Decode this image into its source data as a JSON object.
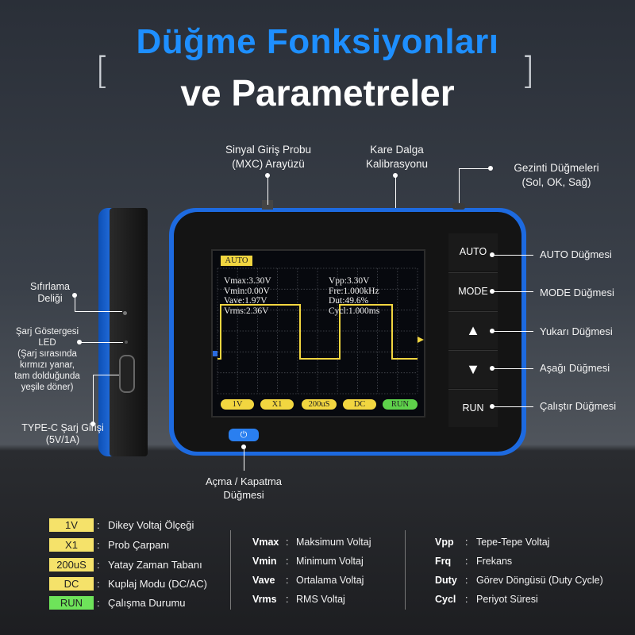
{
  "header": {
    "title_line1": "Düğme Fonksiyonları",
    "title_line2": "ve Parametreler",
    "bracket_left": "[",
    "bracket_right": "]"
  },
  "callouts": {
    "probe": "Sinyal Giriş Probu\n(MXC) Arayüzü",
    "square": "Kare Dalga\nKalibrasyonu",
    "nav": "Gezinti Düğmeleri\n(Sol, OK, Sağ)",
    "reset": "Sıfırlama\nDeliği",
    "led": "Şarj Göstergesi\nLED\n(Şarj sırasında\nkırmızı yanar,\ntam dolduğunda\nyeşile döner)",
    "typec": "TYPE-C Şarj Girişi\n(5V/1A)",
    "auto_btn": "AUTO Düğmesi",
    "mode_btn": "MODE Düğmesi",
    "up_btn": "Yukarı Düğmesi",
    "down_btn": "Aşağı Düğmesi",
    "run_btn": "Çalıştır Düğmesi",
    "power": "Açma / Kapatma\nDüğmesi"
  },
  "device": {
    "panel": {
      "auto": "AUTO",
      "mode": "MODE",
      "up": "▲",
      "down": "▼",
      "run": "RUN"
    },
    "power_icon": "⏻",
    "screen": {
      "mode_chip": "AUTO",
      "vmax": "Vmax:3.30V",
      "vmin": "Vmin:0.00V",
      "vave": "Vave:1.97V",
      "vrms": "Vrms:2.36V",
      "vpp": "Vpp:3.30V",
      "fre": "Fre:1.000kHz",
      "dut": "Dut:49.6%",
      "cycl": "Cycl:1.000ms",
      "chips": [
        "1V",
        "X1",
        "200uS",
        "DC",
        "RUN"
      ]
    }
  },
  "legend": {
    "chips": [
      {
        "chip": "1V",
        "desc": "Dikey Voltaj Ölçeği"
      },
      {
        "chip": "X1",
        "desc": "Prob Çarpanı"
      },
      {
        "chip": "200uS",
        "desc": "Yatay Zaman Tabanı"
      },
      {
        "chip": "DC",
        "desc": "Kuplaj Modu (DC/AC)"
      },
      {
        "chip": "RUN",
        "desc": "Çalışma Durumu"
      }
    ],
    "middle": [
      {
        "key": "Vmax",
        "desc": "Maksimum Voltaj"
      },
      {
        "key": "Vmin",
        "desc": "Minimum Voltaj"
      },
      {
        "key": "Vave",
        "desc": "Ortalama Voltaj"
      },
      {
        "key": "Vrms",
        "desc": "RMS Voltaj"
      }
    ],
    "right": [
      {
        "key": "Vpp",
        "desc": "Tepe-Tepe Voltaj"
      },
      {
        "key": "Frq",
        "desc": "Frekans"
      },
      {
        "key": "Duty",
        "desc": "Görev Döngüsü (Duty Cycle)"
      },
      {
        "key": "Cycl",
        "desc": "Periyot Süresi"
      }
    ],
    "colon": ":"
  },
  "colors": {
    "title_blue": "#1e8fff",
    "chip_yellow": "#f5e26a",
    "chip_green": "#6ee35a",
    "trace_yellow": "#f2d640"
  }
}
